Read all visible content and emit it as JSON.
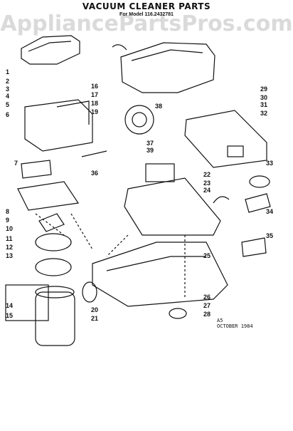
{
  "title": "VACUUM CLEANER PARTS",
  "subtitle": "For Model 116.2432781",
  "watermark": "AppliancePartsPros.com",
  "note": {
    "line1": "A5",
    "line2": "OCTOBER 1984"
  },
  "callouts": [
    "1",
    "2",
    "3",
    "4",
    "5",
    "6",
    "7",
    "8",
    "9",
    "10",
    "11",
    "12",
    "13",
    "14",
    "15",
    "16",
    "17",
    "18",
    "19",
    "20",
    "21",
    "22",
    "23",
    "24",
    "25",
    "26",
    "27",
    "28",
    "29",
    "30",
    "31",
    "32",
    "33",
    "34",
    "35",
    "36",
    "37",
    "38",
    "39"
  ]
}
